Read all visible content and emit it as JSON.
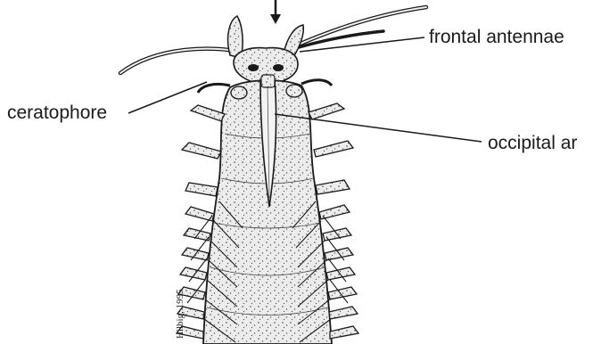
{
  "figure": {
    "labels": {
      "frontal_antennae": "frontal antennae",
      "ceratophore": "ceratophore",
      "occipital": "occipital ar"
    },
    "credit": "Hilbig, 1995"
  },
  "colors": {
    "ink": "#1a1a1a",
    "body_fill": "#ececec",
    "background": "#ffffff"
  }
}
